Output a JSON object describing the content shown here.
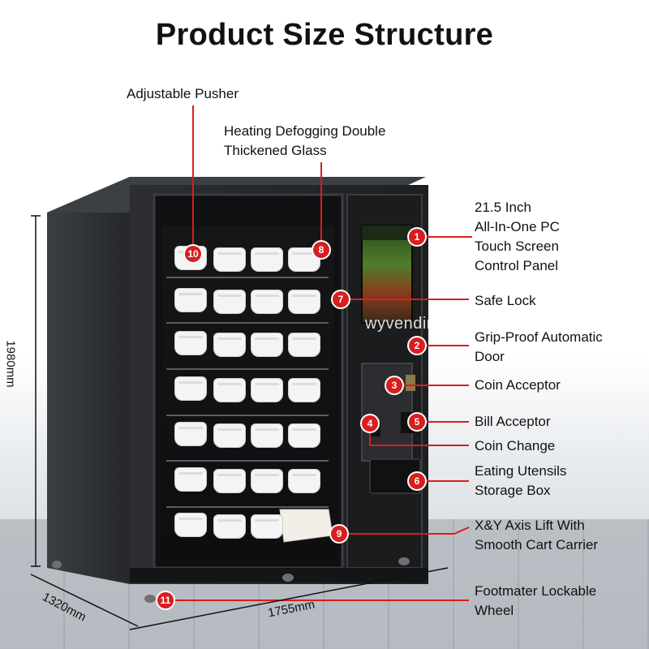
{
  "title": "Product Size Structure",
  "labels": {
    "adjustable_pusher": "Adjustable Pusher",
    "heating_glass_1": "Heating Defogging Double",
    "heating_glass_2": "Thickened Glass",
    "pc_1": "21.5 Inch",
    "pc_2": "All-In-One PC",
    "pc_3": "Touch Screen",
    "pc_4": "Control Panel",
    "safe_lock": "Safe Lock",
    "door_1": "Grip-Proof Automatic",
    "door_2": "Door",
    "coin_acceptor": "Coin Acceptor",
    "bill_acceptor": "Bill Acceptor",
    "coin_change": "Coin Change",
    "utensils_1": "Eating Utensils",
    "utensils_2": "Storage Box",
    "lift_1": "X&Y Axis Lift  With",
    "lift_2": "Smooth Cart Carrier",
    "wheel_1": "Footmater Lockable",
    "wheel_2": "Wheel"
  },
  "badges": {
    "b1": "1",
    "b2": "2",
    "b3": "3",
    "b4": "4",
    "b5": "5",
    "b6": "6",
    "b7": "7",
    "b8": "8",
    "b9": "9",
    "b10": "10",
    "b11": "11"
  },
  "dimensions": {
    "height": "1980mm",
    "depth": "1320mm",
    "width": "1755mm"
  },
  "watermark": "wyvending.com",
  "colors": {
    "badge": "#d81e1e",
    "callout_line": "#d81e1e",
    "cabinet": "#2a2c2f"
  }
}
